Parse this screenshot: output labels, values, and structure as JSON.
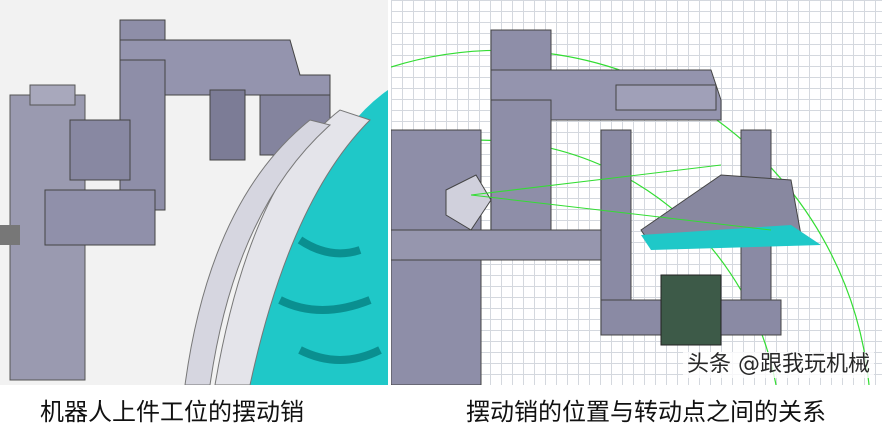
{
  "captions": {
    "left": "机器人上件工位的摆动销",
    "right": "摆动销的位置与转动点之间的关系"
  },
  "watermark": "头条 @跟我玩机械",
  "colors": {
    "steel": "#8e8ea8",
    "steel_dark": "#5e5e78",
    "part": "#1fc8c8",
    "guide": "#33dd33"
  }
}
